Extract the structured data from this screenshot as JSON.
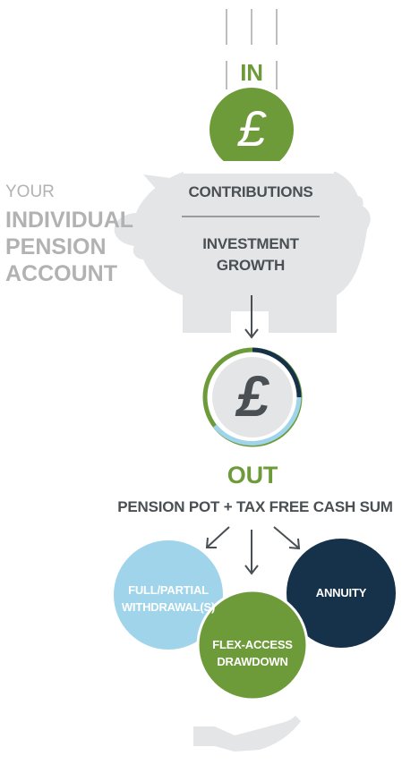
{
  "in_label": "IN",
  "account": {
    "line1": "YOUR",
    "line2": "INDIVIDUAL",
    "line3": "PENSION",
    "line4": "ACCOUNT"
  },
  "contributions_label": "CONTRIBUTIONS",
  "investment_line1": "INVESTMENT",
  "investment_line2": "GROWTH",
  "currency_symbol": "£",
  "out_label": "OUT",
  "pot_label": "PENSION POT + TAX FREE CASH SUM",
  "options": {
    "withdrawal_line1": "FULL/PARTIAL",
    "withdrawal_line2": "WITHDRAWAL(S)",
    "annuity": "ANNUITY",
    "drawdown_line1": "FLEX-ACCESS",
    "drawdown_line2": "DRAWDOWN"
  },
  "colors": {
    "green": "#6e9b3a",
    "light_blue": "#9fd4ea",
    "navy": "#15324a",
    "gray_text": "#4a4f53",
    "piggy_gray": "#e3e5e6"
  }
}
